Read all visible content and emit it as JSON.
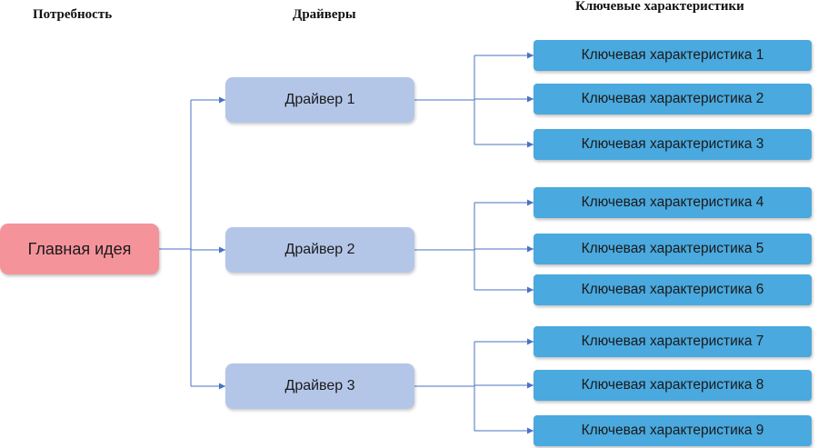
{
  "headers": {
    "need": "Потребность",
    "drivers": "Драйверы",
    "characteristics": "Ключевые характеристики"
  },
  "main_idea": "Главная идея",
  "drivers": [
    {
      "label": "Драйвер 1"
    },
    {
      "label": "Драйвер 2"
    },
    {
      "label": "Драйвер 3"
    }
  ],
  "characteristics": [
    {
      "label": "Ключевая характеристика 1",
      "driver": 1
    },
    {
      "label": "Ключевая характеристика 2",
      "driver": 1
    },
    {
      "label": "Ключевая характеристика 3",
      "driver": 1
    },
    {
      "label": "Ключевая характеристика 4",
      "driver": 2
    },
    {
      "label": "Ключевая характеристика 5",
      "driver": 2
    },
    {
      "label": "Ключевая характеристика 6",
      "driver": 2
    },
    {
      "label": "Ключевая характеристика 7",
      "driver": 3
    },
    {
      "label": "Ключевая характеристика 8",
      "driver": 3
    },
    {
      "label": "Ключевая характеристика 9",
      "driver": 3
    }
  ],
  "colors": {
    "main_idea": "#f5939b",
    "driver": "#b4c6e8",
    "characteristic": "#4aa9de",
    "connector": "#4a72c4"
  }
}
